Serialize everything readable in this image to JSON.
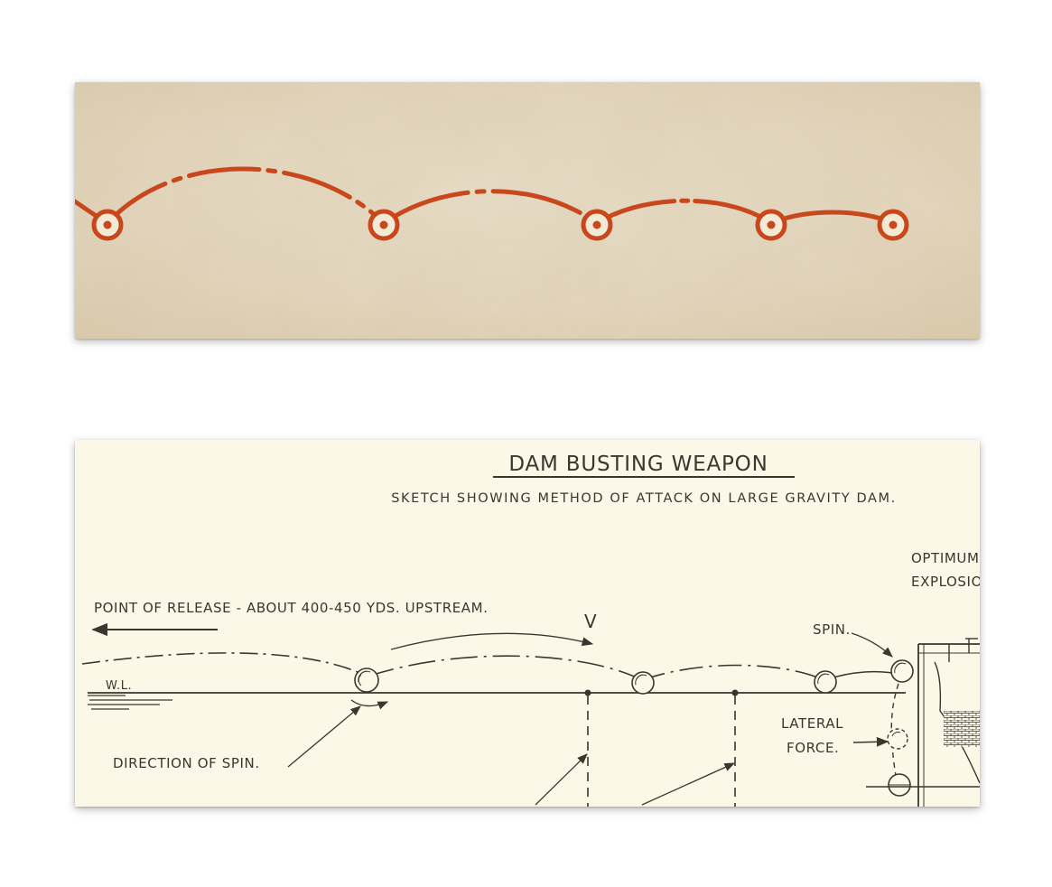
{
  "colors": {
    "paper_top": "#e8dcc4",
    "paper_bottom": "#fbf8e7",
    "accent_orange": "#c8471c",
    "ink": "#3a3630"
  },
  "top_panel": {
    "icon_names": [
      "bounce-marker-icon"
    ]
  },
  "sketch": {
    "title": "DAM BUSTING WEAPON",
    "subtitle": "SKETCH SHOWING METHOD OF ATTACK ON LARGE GRAVITY DAM.",
    "labels": {
      "optimum_line1": "OPTIMUM",
      "optimum_line2": "EXPLOSION",
      "point_of_release": "POINT OF RELEASE - ABOUT 400-450 YDS. UPSTREAM.",
      "velocity": "V",
      "spin": "SPIN.",
      "water_line": "W.L.",
      "lateral_line1": "LATERAL",
      "lateral_line2": "FORCE.",
      "direction_of_spin": "DIRECTION OF SPIN."
    }
  }
}
